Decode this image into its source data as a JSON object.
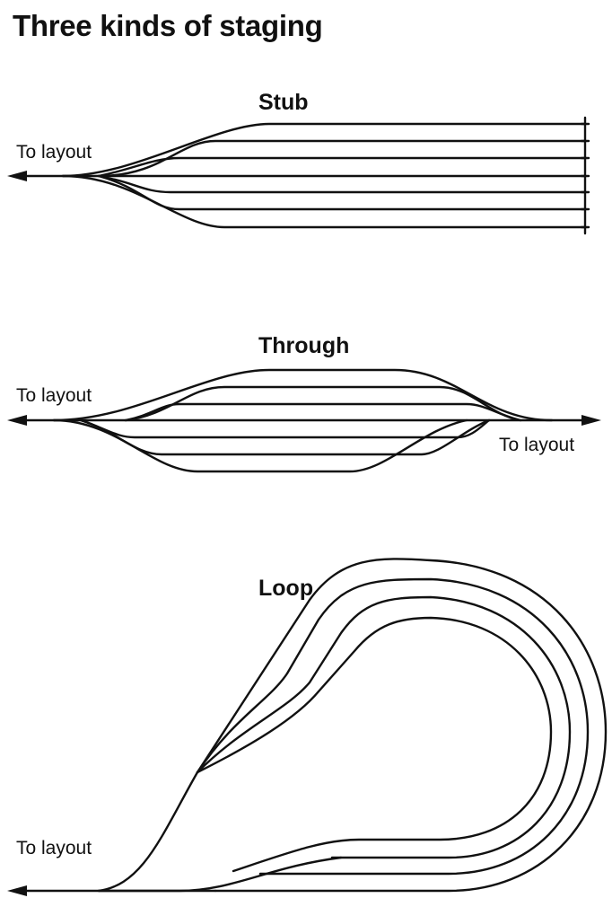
{
  "title": "Three kinds of staging",
  "sections": {
    "stub": {
      "heading": "Stub",
      "label": "To layout"
    },
    "through": {
      "heading": "Through",
      "label_left": "To layout",
      "label_right": "To layout"
    },
    "loop": {
      "heading": "Loop",
      "label": "To layout"
    }
  },
  "colors": {
    "ink": "#111111",
    "background": "#ffffff"
  }
}
